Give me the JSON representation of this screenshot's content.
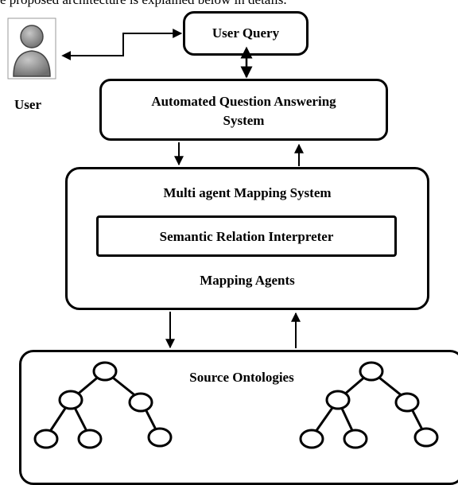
{
  "caption_fragment": "e proposed architecture is explained below in details.",
  "user_label": "User",
  "boxes": {
    "user_query": "User Query",
    "qa_system": "Automated Question Answering System",
    "mapping_system": "Multi agent Mapping System",
    "semantic_interpreter": "Semantic Relation Interpreter",
    "mapping_agents": "Mapping Agents",
    "source_ontologies": "Source Ontologies"
  },
  "icons": {
    "user": "user-avatar-icon",
    "tree": "ontology-tree-icon"
  }
}
